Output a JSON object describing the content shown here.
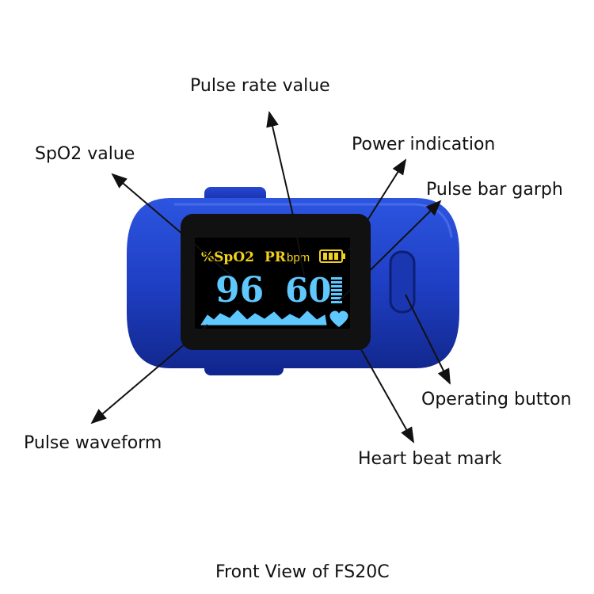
{
  "labels": {
    "pulse_rate_value": "Pulse rate value",
    "spo2_value": "SpO2 value",
    "power_indication": "Power indication",
    "pulse_bar_graph": "Pulse bar garph",
    "operating_button": "Operating button",
    "pulse_waveform": "Pulse waveform",
    "heart_beat_mark": "Heart beat mark"
  },
  "caption": "Front View of FS20C",
  "display": {
    "spo2_label": "%SpO2",
    "pr_label": "PR",
    "bpm_label": "bpm",
    "spo2": "96",
    "pulse_rate": "60"
  },
  "colors": {
    "body": "#1f3fc4",
    "body_dark": "#0f2690",
    "bezel": "#111111",
    "screen": "#000000",
    "yellow": "#f2d21b",
    "cyan": "#5fc8ff",
    "arrow": "#111111"
  }
}
